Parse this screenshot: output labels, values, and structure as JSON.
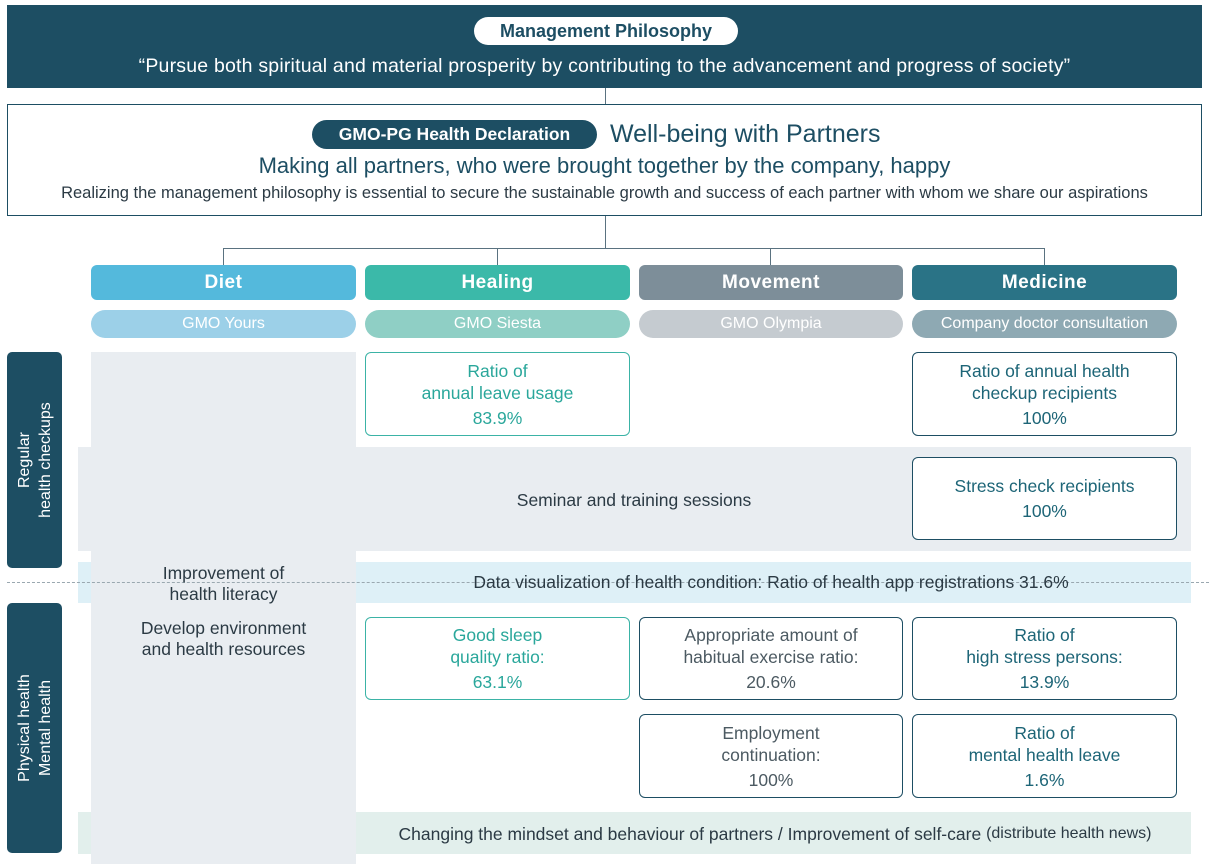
{
  "philosophy": {
    "label": "Management Philosophy",
    "quote": "“Pursue both spiritual and material prosperity by contributing to the advancement and progress of society”"
  },
  "declaration": {
    "label": "GMO-PG Health Declaration",
    "title": "Well-being with Partners",
    "subtitle": "Making all partners, who were brought together by the company, happy",
    "description": "Realizing the management philosophy is essential to secure the sustainable growth and success of each partner with whom we share our aspirations"
  },
  "categories": [
    {
      "label": "Diet",
      "program": "GMO Yours",
      "color": "#54b9dc",
      "program_color": "#9cd0e8"
    },
    {
      "label": "Healing",
      "program": "GMO Siesta",
      "color": "#3bb9a9",
      "program_color": "#8fcfc5"
    },
    {
      "label": "Movement",
      "program": "GMO Olympia",
      "color": "#7d8e99",
      "program_color": "#c5cbd0"
    },
    {
      "label": "Medicine",
      "program": "Company doctor consultation",
      "color": "#2a7386",
      "program_color": "#8ea9b3"
    }
  ],
  "side_labels": {
    "regular": [
      "Regular",
      "health checkups"
    ],
    "physical": [
      "Physical health",
      "Mental health"
    ]
  },
  "diet_column": {
    "literacy": [
      "Improvement of",
      "health literacy"
    ],
    "environment": [
      "Develop environment",
      "and health resources"
    ]
  },
  "metrics": {
    "annual_leave": {
      "lines": [
        "Ratio of",
        "annual leave usage"
      ],
      "value": "83.9%"
    },
    "health_checkup": {
      "lines": [
        "Ratio of annual health",
        "checkup recipients"
      ],
      "value": "100%"
    },
    "stress_check": {
      "lines": [
        "Stress check recipients"
      ],
      "value": "100%"
    },
    "good_sleep": {
      "lines": [
        "Good sleep",
        "quality ratio:"
      ],
      "value": "63.1%"
    },
    "exercise": {
      "lines": [
        "Appropriate amount of",
        "habitual exercise ratio:"
      ],
      "value": "20.6%"
    },
    "high_stress": {
      "lines": [
        "Ratio of",
        "high stress persons:"
      ],
      "value": "13.9%"
    },
    "employment": {
      "lines": [
        "Employment",
        "continuation:"
      ],
      "value": "100%"
    },
    "mental_leave": {
      "lines": [
        "Ratio of",
        "mental health leave"
      ],
      "value": "1.6%"
    }
  },
  "bands": {
    "seminar": "Seminar and training sessions",
    "data": "Data visualization of health condition: Ratio of health app registrations 31.6%",
    "mindset": "Changing the mindset and behaviour of partners / Improvement of self-care",
    "mindset_note": "(distribute health news)"
  },
  "colors": {
    "navy": "#1d4e63",
    "teal_text": "#2aa79b",
    "band_grey": "#e9edf1",
    "band_blue": "#def0f7",
    "band_green": "#e2efec"
  }
}
